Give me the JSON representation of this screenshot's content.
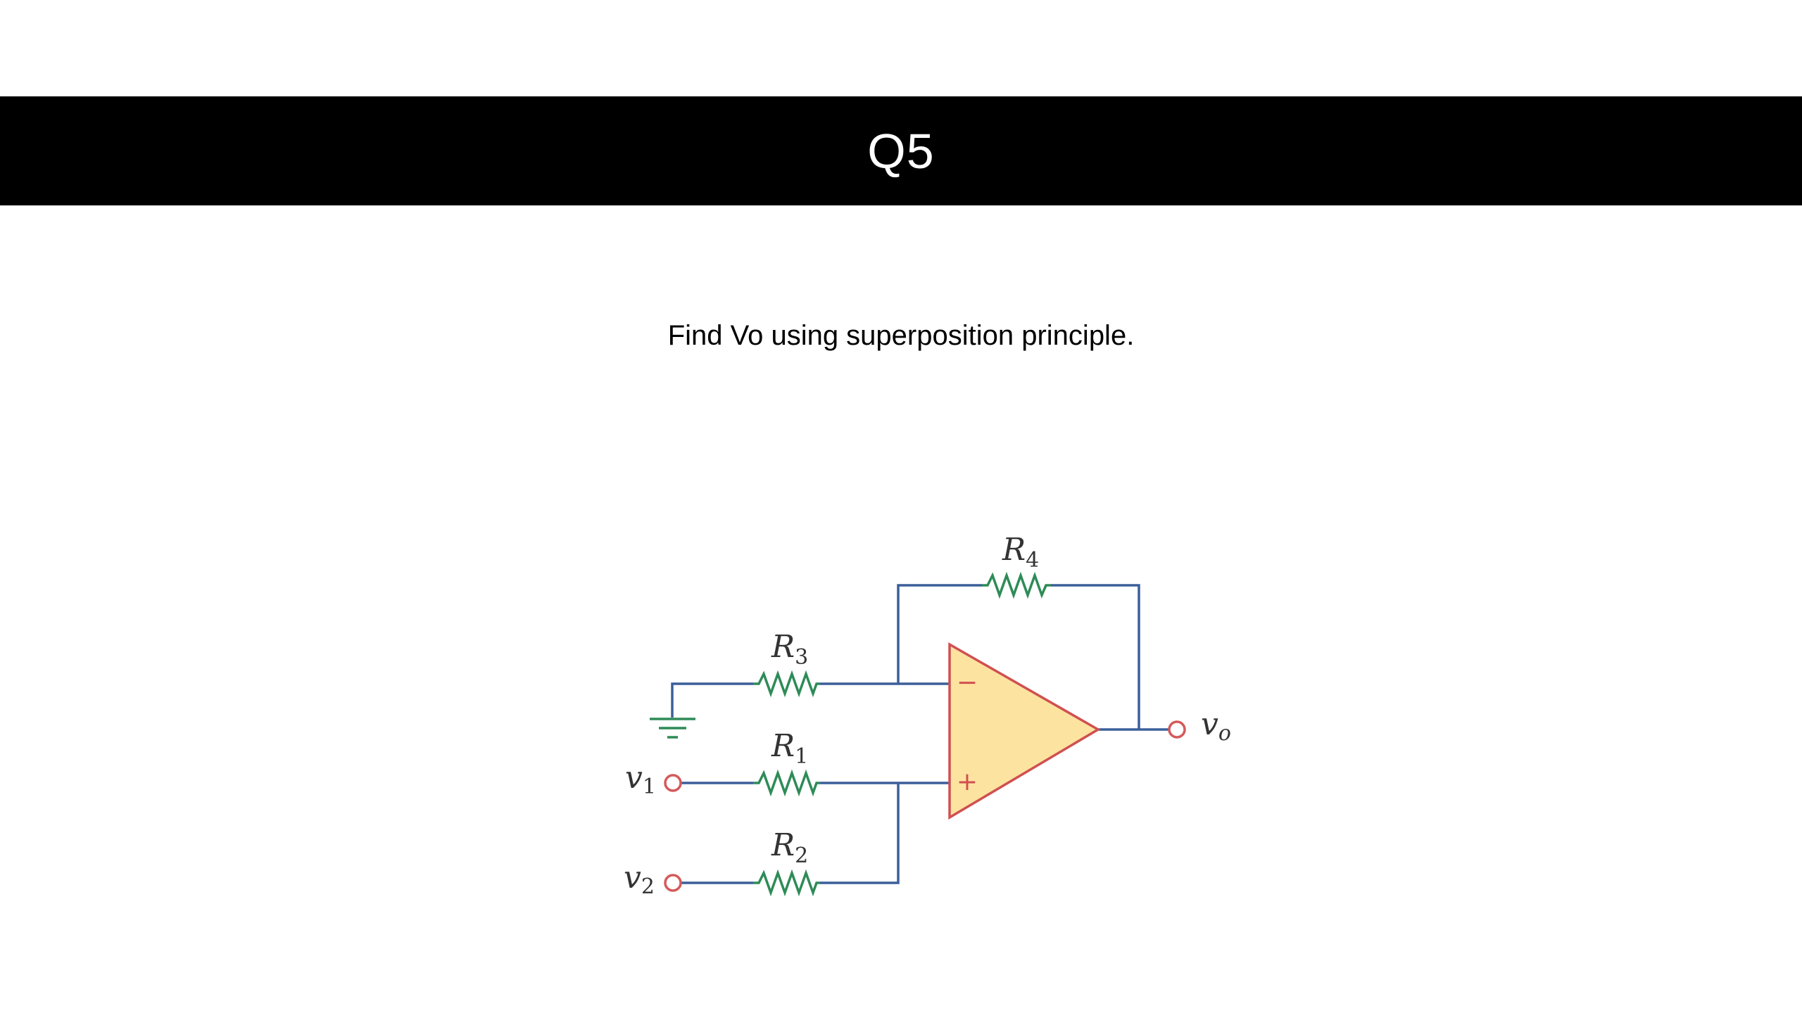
{
  "slide": {
    "title": "Q5",
    "question": "Find Vo using superposition principle."
  },
  "circuit": {
    "colors": {
      "wire": "#3b5f9a",
      "resistor": "#2e8b57",
      "ground": "#2e8b57",
      "terminal": "#d45a5a",
      "opamp_fill": "#fde3a0",
      "opamp_outline": "#d05050",
      "label": "#333333"
    },
    "components": {
      "R4": {
        "letter": "R",
        "sub": "4"
      },
      "R3": {
        "letter": "R",
        "sub": "3"
      },
      "R1": {
        "letter": "R",
        "sub": "1"
      },
      "R2": {
        "letter": "R",
        "sub": "2"
      }
    },
    "terminals": {
      "v1": {
        "letter": "v",
        "sub": "1"
      },
      "v2": {
        "letter": "v",
        "sub": "2"
      },
      "vo": {
        "letter": "v",
        "sub": "o"
      }
    },
    "opamp": {
      "inverting_sign": "−",
      "noninverting_sign": "+"
    }
  }
}
